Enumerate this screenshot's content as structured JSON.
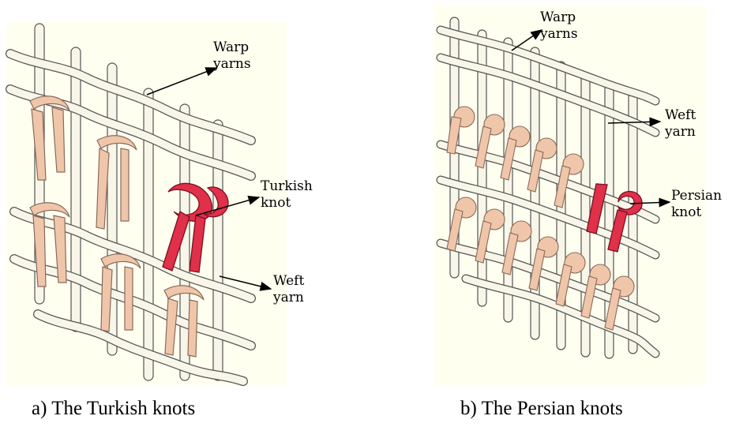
{
  "panel_a": {
    "labels": {
      "warp": "Warp\nyarns",
      "knot": "Turkish\nknot",
      "weft": "Weft\nyarn"
    },
    "caption": "a) The Turkish knots"
  },
  "panel_b": {
    "labels": {
      "warp": "Warp\nyarns",
      "weft": "Weft\nyarn",
      "knot": "Persian\nknot"
    },
    "caption": "b) The Persian knots"
  },
  "colors": {
    "background": "#fffff0",
    "yarn_fill": "#f7f6e8",
    "yarn_outline": "#555555",
    "pile_fill": "#f0c6aa",
    "pile_outline": "#8a6a5a",
    "knot_fill": "#e0304a",
    "knot_outline": "#7a1020"
  }
}
